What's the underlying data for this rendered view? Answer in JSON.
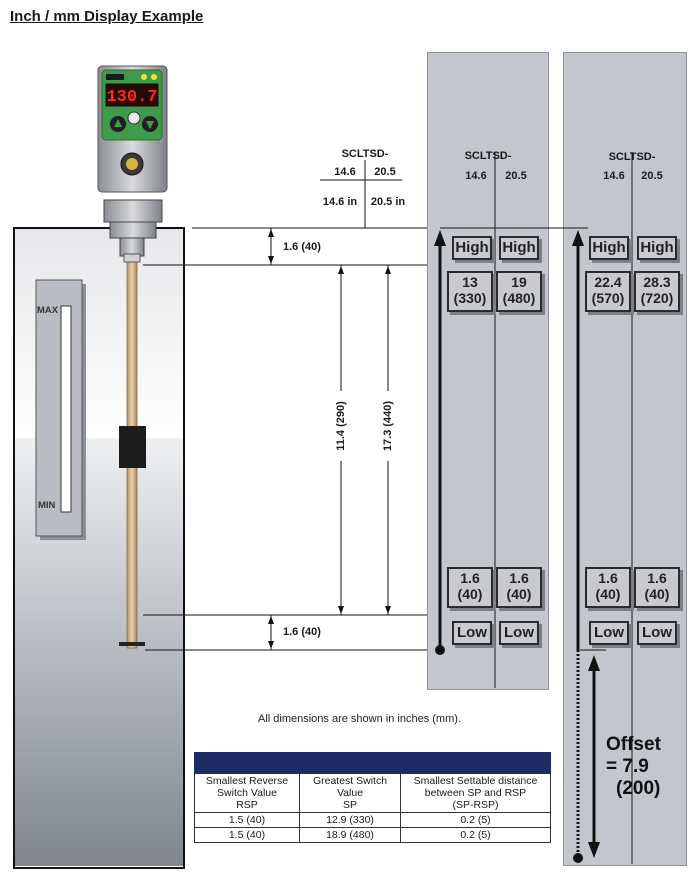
{
  "title": "Inch / mm Display Example",
  "sensor": {
    "display_value": "130.7",
    "tank_max_label": "MAX",
    "tank_min_label": "MIN"
  },
  "columns_header": {
    "model": "SCLTSD-",
    "size_a": "14.6",
    "size_b": "20.5",
    "size_a_in": "14.6 in",
    "size_b_in": "20.5 in"
  },
  "dimensions": {
    "top_offset": "1.6 (40)",
    "bottom_offset": "1.6 (40)",
    "span_a": "11.4 (290)",
    "span_b": "17.3 (440)"
  },
  "column1": {
    "model": "SCLTSD-",
    "size_a": "14.6",
    "size_b": "20.5",
    "high_label": "High",
    "low_label": "Low",
    "high_a": [
      "13",
      "(330)"
    ],
    "high_b": [
      "19",
      "(480)"
    ],
    "low_a": [
      "1.6",
      "(40)"
    ],
    "low_b": [
      "1.6",
      "(40)"
    ]
  },
  "column2": {
    "model": "SCLTSD-",
    "size_a": "14.6",
    "size_b": "20.5",
    "high_label": "High",
    "low_label": "Low",
    "high_a": [
      "22.4",
      "(570)"
    ],
    "high_b": [
      "28.3",
      "(720)"
    ],
    "low_a": [
      "1.6",
      "(40)"
    ],
    "low_b": [
      "1.6",
      "(40)"
    ]
  },
  "offset": {
    "line1": "Offset",
    "line2": "= 7.9",
    "line3": "(200)"
  },
  "note": "All dimensions are shown in inches (mm).",
  "table": {
    "headers": [
      [
        "Smallest Reverse",
        "Switch Value",
        "RSP"
      ],
      [
        "Greatest Switch",
        "Value",
        "SP"
      ],
      [
        "Smallest Settable distance",
        "between SP and RSP",
        "(SP-RSP)"
      ]
    ],
    "rows": [
      [
        "1.5 (40)",
        "12.9 (330)",
        "0.2 (5)"
      ],
      [
        "1.5 (40)",
        "18.9 (480)",
        "0.2 (5)"
      ]
    ]
  },
  "colors": {
    "column_bg": "#c3c6cd",
    "table_band": "#1e2a63",
    "display_red": "#ff2a1a",
    "panel_green": "#3f9a4c"
  }
}
